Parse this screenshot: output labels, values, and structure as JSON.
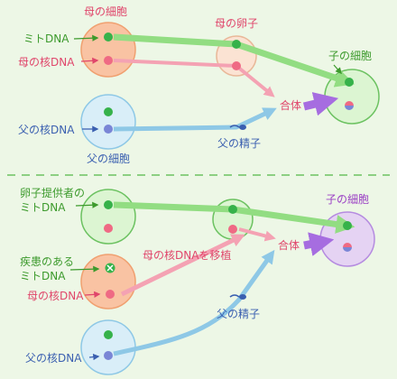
{
  "colors": {
    "background": "#edf7e6",
    "mito_green": "#36b24a",
    "nucleus_red": "#ef6a84",
    "nucleus_blue": "#7a86d6",
    "mother_cell": "#f9c3a3",
    "egg": "#fbe3d3",
    "father_cell": "#d9eef8",
    "child_cell": "#dcf5d2",
    "child_cell_purple": "#e5d3f3",
    "arrow_green": "#92dd82",
    "arrow_pink": "#f4a2b3",
    "arrow_blue": "#8ec8e6",
    "arrow_purple": "#a66de0",
    "divider": "#6cc261"
  },
  "top": {
    "mother_cell_label": "母の細胞",
    "mito_dna_label": "ミトDNA",
    "mother_nuclear_dna_label": "母の核DNA",
    "mother_egg_label": "母の卵子",
    "fertilization_label": "合体",
    "child_cell_label": "子の細胞",
    "father_nuclear_dna_label": "父の核DNA",
    "father_cell_label": "父の細胞",
    "father_sperm_label": "父の精子"
  },
  "bottom": {
    "donor_mito_label_line1": "卵子提供者の",
    "donor_mito_label_line2": "ミトDNA",
    "diseased_mito_label_line1": "疾患のある",
    "diseased_mito_label_line2": "ミトDNA",
    "mother_nuclear_dna_label": "母の核DNA",
    "transfer_label": "母の核DNAを移植",
    "fertilization_label": "合体",
    "child_cell_label": "子の細胞",
    "father_sperm_label": "父の精子",
    "father_nuclear_dna_label": "父の核DNA"
  }
}
